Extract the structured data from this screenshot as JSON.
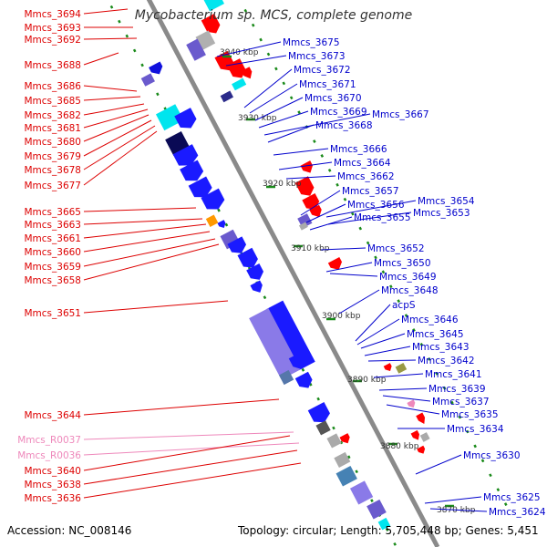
{
  "title": "Mycobacterium sp. MCS, complete genome",
  "footer": {
    "accession": "Accession: NC_008146",
    "topology": "Topology: circular; Length: 5,705,448 bp; Genes: 5,451"
  },
  "colors": {
    "backbone": "#8a8a8a",
    "forward_label": "#0000cc",
    "reverse_label": "#dd0000",
    "rna_label": "#ee88bb",
    "tick": "#1a8a1a"
  },
  "scale_labels": [
    {
      "id": "3940",
      "text": "3940 kbp"
    },
    {
      "id": "3930",
      "text": "3930 kbp"
    },
    {
      "id": "3920",
      "text": "3920 kbp"
    },
    {
      "id": "3910",
      "text": "3910 kbp"
    },
    {
      "id": "3900",
      "text": "3900 kbp"
    },
    {
      "id": "3890",
      "text": "3890 kbp"
    },
    {
      "id": "3880",
      "text": "3880 kbp"
    },
    {
      "id": "3870",
      "text": "3870 kbp"
    }
  ],
  "reverse_labels": [
    "Mmcs_3694",
    "Mmcs_3693",
    "Mmcs_3692",
    "Mmcs_3688",
    "Mmcs_3686",
    "Mmcs_3685",
    "Mmcs_3682",
    "Mmcs_3681",
    "Mmcs_3680",
    "Mmcs_3679",
    "Mmcs_3678",
    "Mmcs_3677",
    "Mmcs_3665",
    "Mmcs_3663",
    "Mmcs_3661",
    "Mmcs_3660",
    "Mmcs_3659",
    "Mmcs_3658",
    "Mmcs_3651",
    "Mmcs_3644",
    "Mmcs_R0037",
    "Mmcs_R0036",
    "Mmcs_3640",
    "Mmcs_3638",
    "Mmcs_3636"
  ],
  "forward_labels": [
    "Mmcs_3675",
    "Mmcs_3673",
    "Mmcs_3672",
    "Mmcs_3671",
    "Mmcs_3670",
    "Mmcs_3669",
    "Mmcs_3667",
    "Mmcs_3668",
    "Mmcs_3666",
    "Mmcs_3664",
    "Mmcs_3662",
    "Mmcs_3657",
    "Mmcs_3656",
    "Mmcs_3654",
    "Mmcs_3655",
    "Mmcs_3653",
    "Mmcs_3652",
    "Mmcs_3650",
    "Mmcs_3649",
    "Mmcs_3648",
    "acpS",
    "Mmcs_3646",
    "Mmcs_3645",
    "Mmcs_3643",
    "Mmcs_3642",
    "Mmcs_3641",
    "Mmcs_3639",
    "Mmcs_3637",
    "Mmcs_3635",
    "Mmcs_3634",
    "Mmcs_3630",
    "Mmcs_3625",
    "Mmcs_3624"
  ]
}
